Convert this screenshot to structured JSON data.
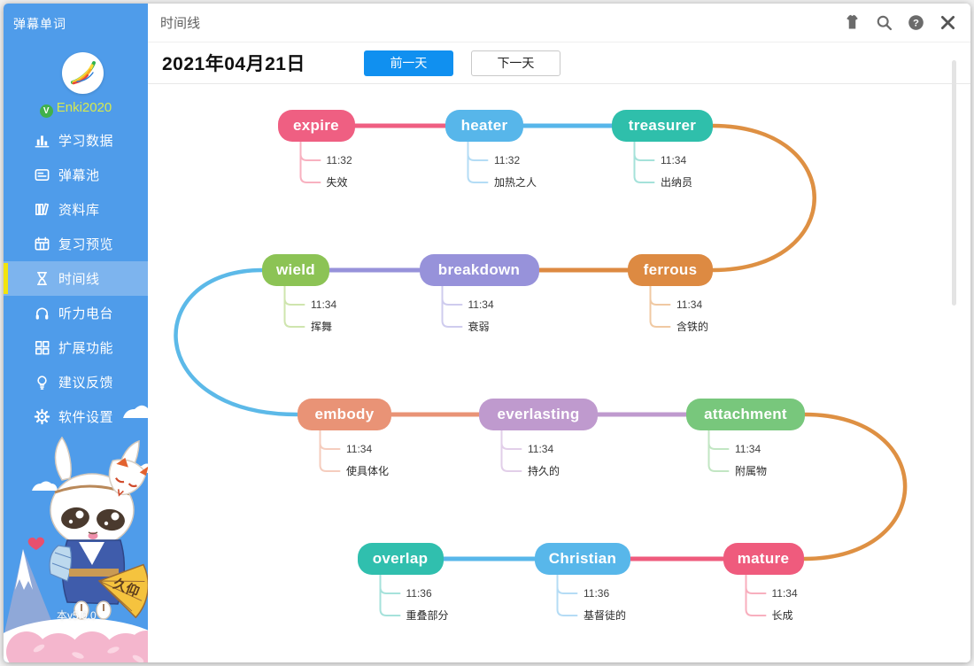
{
  "sidebar": {
    "app_title": "弹幕单词",
    "badge": "V",
    "username": "Enki2020",
    "menu": [
      {
        "id": "study-data",
        "label": "学习数据",
        "icon": "bar-chart-icon"
      },
      {
        "id": "danmaku-pool",
        "label": "弹幕池",
        "icon": "danmaku-icon"
      },
      {
        "id": "library",
        "label": "资料库",
        "icon": "books-icon"
      },
      {
        "id": "review-preview",
        "label": "复习预览",
        "icon": "calendar-icon"
      },
      {
        "id": "timeline",
        "label": "时间线",
        "icon": "hourglass-icon",
        "selected": true
      },
      {
        "id": "listening-radio",
        "label": "听力电台",
        "icon": "headphones-icon"
      },
      {
        "id": "extensions",
        "label": "扩展功能",
        "icon": "grid-icon"
      },
      {
        "id": "feedback",
        "label": "建议反馈",
        "icon": "lightbulb-icon"
      },
      {
        "id": "settings",
        "label": "软件设置",
        "icon": "gear-icon"
      }
    ],
    "mascot_fan_text": "久仰",
    "version": "本v5.0.0",
    "colors": {
      "background": "#4f9cea",
      "selected_row": "#7db4ee",
      "selected_indicator": "#f2e40c",
      "username_text": "#d6e94e"
    }
  },
  "header": {
    "title": "时间线",
    "icons": [
      "theme-icon",
      "search-icon",
      "help-icon",
      "close-icon"
    ]
  },
  "toolbar": {
    "date": "2021年04月21日",
    "prev_button": "前一天",
    "next_button": "下一天",
    "prev_button_color": "#1090f0"
  },
  "timeline": {
    "words": [
      {
        "word": "expire",
        "time": "11:32",
        "meaning": "失效",
        "color": "#ef5f82",
        "light": "#f8b1c0"
      },
      {
        "word": "heater",
        "time": "11:32",
        "meaning": "加热之人",
        "color": "#57b6ea",
        "light": "#b4dcf5"
      },
      {
        "word": "treasurer",
        "time": "11:34",
        "meaning": "出纳员",
        "color": "#2fbfab",
        "light": "#a5e2da"
      },
      {
        "word": "wield",
        "time": "11:34",
        "meaning": "挥舞",
        "color": "#8cc355",
        "light": "#cfe5ae"
      },
      {
        "word": "breakdown",
        "time": "11:34",
        "meaning": "衰弱",
        "color": "#9792da",
        "light": "#cfccee"
      },
      {
        "word": "ferrous",
        "time": "11:34",
        "meaning": "含铁的",
        "color": "#dd8a42",
        "light": "#f0c9a3"
      },
      {
        "word": "embody",
        "time": "11:34",
        "meaning": "使具体化",
        "color": "#e99376",
        "light": "#f5cdbe"
      },
      {
        "word": "everlasting",
        "time": "11:34",
        "meaning": "持久的",
        "color": "#bf9ace",
        "light": "#e2cfe9"
      },
      {
        "word": "attachment",
        "time": "11:34",
        "meaning": "附属物",
        "color": "#78c77c",
        "light": "#c2e6c3"
      },
      {
        "word": "overlap",
        "time": "11:36",
        "meaning": "重叠部分",
        "color": "#30bfae",
        "light": "#a6e2db"
      },
      {
        "word": "Christian",
        "time": "11:36",
        "meaning": "基督徒的",
        "color": "#58b7ea",
        "light": "#b5dcf5"
      },
      {
        "word": "mature",
        "time": "11:34",
        "meaning": "长成",
        "color": "#ef5b7d",
        "light": "#f8afbe"
      }
    ],
    "curve_colors": {
      "right": "#de9043",
      "left": "#5cb9e8"
    }
  }
}
